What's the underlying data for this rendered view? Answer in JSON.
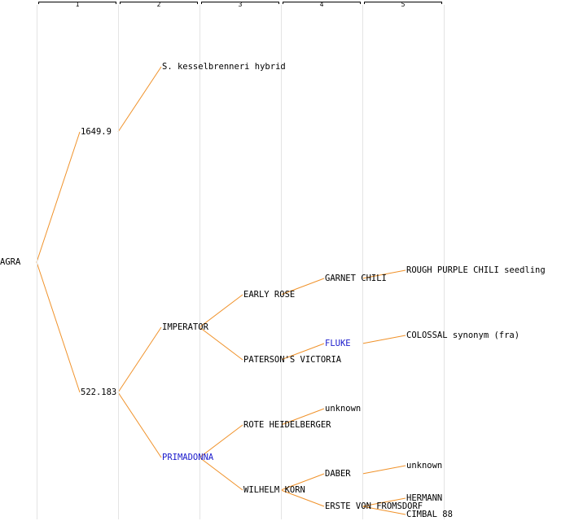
{
  "columns": [
    "1",
    "2",
    "3",
    "4",
    "5"
  ],
  "colors": {
    "edge": "#f0922a",
    "highlight": "#1a1acc",
    "text": "#000000",
    "grid": "#e4e4e4"
  },
  "nodes": [
    {
      "id": "agra",
      "label": "AGRA",
      "gen": 0
    },
    {
      "id": "n1649",
      "label": "1649.9",
      "gen": 1
    },
    {
      "id": "n522",
      "label": "522.183",
      "gen": 1
    },
    {
      "id": "kessel",
      "label": "S. kesselbrenneri hybrid",
      "gen": 2
    },
    {
      "id": "imperator",
      "label": "IMPERATOR",
      "gen": 2
    },
    {
      "id": "primadonna",
      "label": "PRIMADONNA",
      "gen": 2,
      "highlight": true
    },
    {
      "id": "earlyrose",
      "label": "EARLY ROSE",
      "gen": 3
    },
    {
      "id": "paterson",
      "label": "PATERSON'S VICTORIA",
      "gen": 3
    },
    {
      "id": "rote",
      "label": "ROTE HEIDELBERGER",
      "gen": 3
    },
    {
      "id": "wilhelm",
      "label": "WILHELM KORN",
      "gen": 3
    },
    {
      "id": "garnet",
      "label": "GARNET CHILI",
      "gen": 4
    },
    {
      "id": "fluke",
      "label": "FLUKE",
      "gen": 4,
      "highlight": true
    },
    {
      "id": "unk1",
      "label": "unknown",
      "gen": 4
    },
    {
      "id": "daber",
      "label": "DABER",
      "gen": 4
    },
    {
      "id": "erste",
      "label": "ERSTE VON FROMSDORF",
      "gen": 4
    },
    {
      "id": "rough",
      "label": "ROUGH PURPLE CHILI seedling",
      "gen": 5
    },
    {
      "id": "colossal",
      "label": "COLOSSAL synonym (fra)",
      "gen": 5
    },
    {
      "id": "unk2",
      "label": "unknown",
      "gen": 5
    },
    {
      "id": "hermann",
      "label": "HERMANN",
      "gen": 5
    },
    {
      "id": "cimbal",
      "label": "CIMBAL 88",
      "gen": 5
    }
  ],
  "edges": [
    [
      "agra",
      "n1649"
    ],
    [
      "agra",
      "n522"
    ],
    [
      "n1649",
      "kessel"
    ],
    [
      "n522",
      "imperator"
    ],
    [
      "n522",
      "primadonna"
    ],
    [
      "imperator",
      "earlyrose"
    ],
    [
      "imperator",
      "paterson"
    ],
    [
      "primadonna",
      "rote"
    ],
    [
      "primadonna",
      "wilhelm"
    ],
    [
      "earlyrose",
      "garnet"
    ],
    [
      "paterson",
      "fluke"
    ],
    [
      "rote",
      "unk1"
    ],
    [
      "wilhelm",
      "daber"
    ],
    [
      "wilhelm",
      "erste"
    ],
    [
      "garnet",
      "rough"
    ],
    [
      "fluke",
      "colossal"
    ],
    [
      "daber",
      "unk2"
    ],
    [
      "erste",
      "hermann"
    ],
    [
      "erste",
      "cimbal"
    ]
  ]
}
